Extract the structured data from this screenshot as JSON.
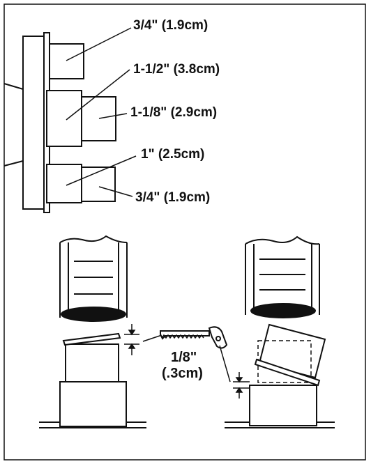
{
  "labels": {
    "outlet_top": "3/4\" (1.9cm)",
    "outlet_mid_large": "1-1/2\" (3.8cm)",
    "outlet_mid_small": "1-1/8\" (2.9cm)",
    "outlet_low_large": "1\" (2.5cm)",
    "outlet_low_small": "3/4\" (1.9cm)",
    "cut_line1": "1/8\"",
    "cut_line2": "(.3cm)"
  },
  "icons": [
    "saw-icon",
    "dimension-arrow-icon"
  ],
  "colors": {
    "ink": "#111111",
    "background": "#ffffff"
  }
}
